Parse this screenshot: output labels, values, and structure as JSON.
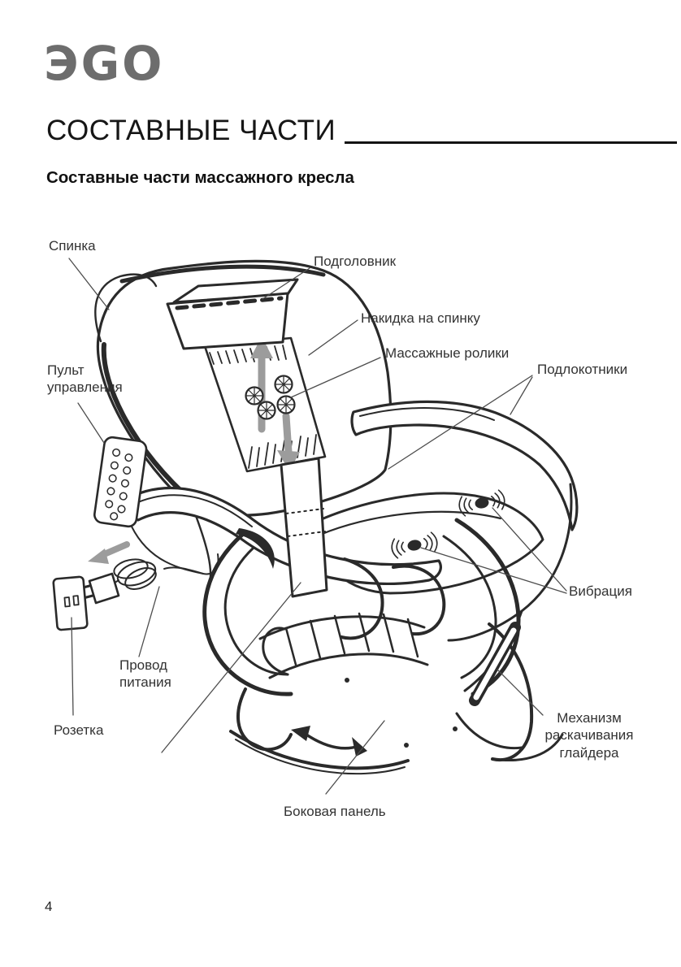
{
  "page": {
    "brand_logo": "ЭGO",
    "section_title": "СОСТАВНЫЕ ЧАСТИ",
    "subtitle": "Составные части массажного кресла",
    "page_number": "4"
  },
  "diagram": {
    "labels": {
      "backrest": "Спинка",
      "headrest": "Подголовник",
      "back_cover": "Накидка на спинку",
      "massage_rollers": "Массажные ролики",
      "armrests": "Подлокотники",
      "remote_control": "Пульт\nуправления",
      "vibration": "Вибрация",
      "power_cord": "Провод\nпитания",
      "socket": "Розетка",
      "glider_mechanism": "Механизм\nраскачивания\nглайдера",
      "side_panel": "Боковая панель"
    },
    "colors": {
      "line": "#2a2a2a",
      "leader": "#4d4d4d",
      "accent_gray": "#9c9c9c",
      "logo_gray": "#6d6d6d"
    }
  }
}
